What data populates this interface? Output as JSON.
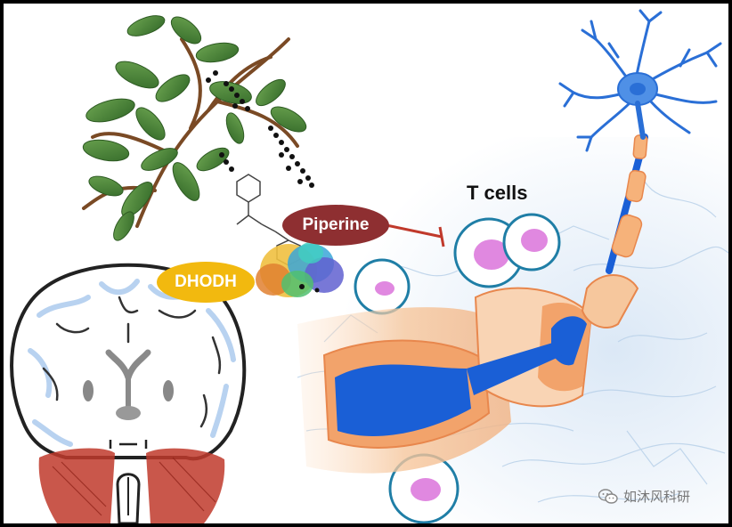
{
  "labels": {
    "t_cells": "T cells",
    "piperine": "Piperine",
    "dhodh": "DHODH"
  },
  "watermark": {
    "text": "如沐风科研",
    "icon": "wechat-icon"
  },
  "colors": {
    "piperine": "#8e2f31",
    "dhodh": "#f2b90f",
    "inhibition": "#c0392b",
    "neuron": "#2a6fd6",
    "myelin": "#f0b27a",
    "axon": "#1a5fd6",
    "cell_nucleus": "#e088e0",
    "cell_membrane": "#1f7ea6",
    "leaf": "#4e8a3a",
    "branch": "#7a4a25",
    "muscle": "#c0392b"
  }
}
